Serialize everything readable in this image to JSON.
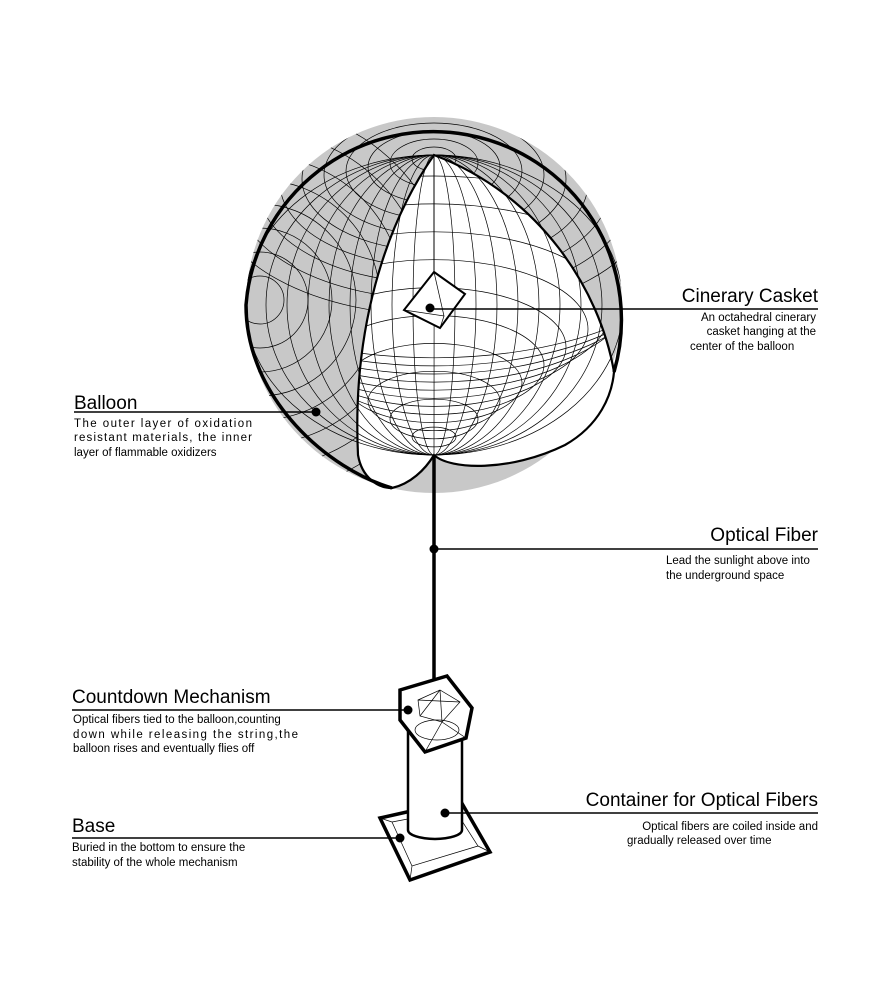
{
  "colors": {
    "ink": "#000000",
    "shade": "#c8c8c8",
    "background": "#ffffff"
  },
  "labels": {
    "casket": {
      "title": "Cinerary Casket",
      "desc": [
        "An octahedral cinerary",
        "casket hanging at the",
        "center of the balloon"
      ]
    },
    "balloon": {
      "title": "Balloon",
      "desc": [
        "The outer layer of oxidation",
        "resistant materials, the inner",
        "layer of flammable oxidizers"
      ]
    },
    "fiber": {
      "title": "Optical Fiber",
      "desc": [
        "Lead the sunlight above into",
        "the underground space"
      ]
    },
    "countdown": {
      "title": "Countdown Mechanism",
      "desc": [
        "Optical fibers tied to the balloon,counting",
        "down while releasing the string,the",
        "balloon rises and eventually flies off"
      ]
    },
    "container": {
      "title": "Container for Optical Fibers",
      "desc": [
        "Optical fibers are coiled inside and",
        "gradually released over time"
      ]
    },
    "base": {
      "title": "Base",
      "desc": [
        "Buried in the bottom to ensure the",
        "stability of the whole mechanism"
      ]
    }
  }
}
